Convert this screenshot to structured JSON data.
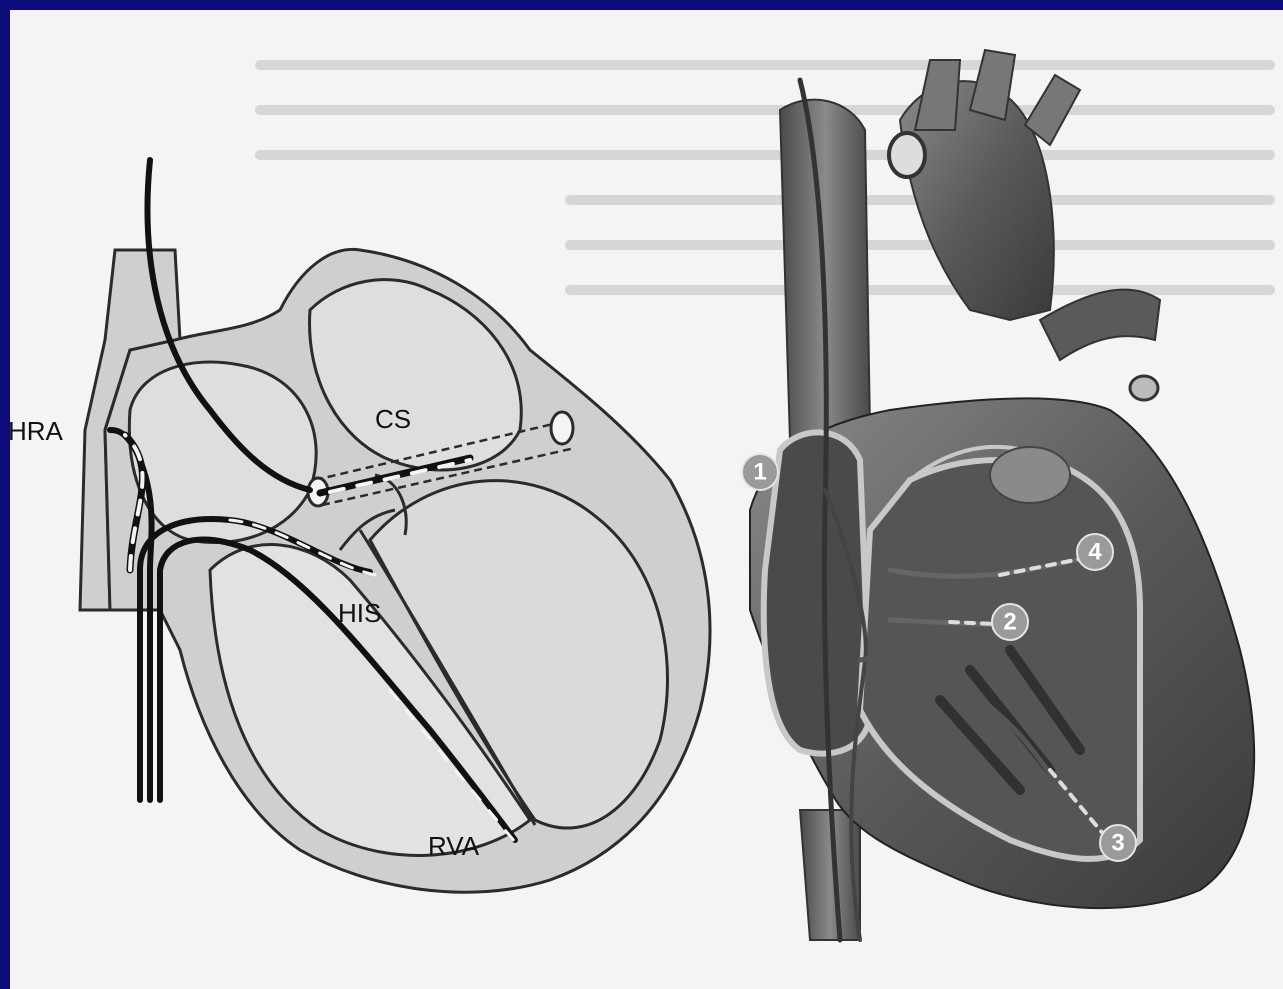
{
  "schematic": {
    "labels": {
      "hra": "HRA",
      "cs": "CS",
      "his": "HIS",
      "rva": "RVA"
    }
  },
  "illustration": {
    "markers": [
      "1",
      "2",
      "3",
      "4"
    ]
  },
  "colors": {
    "border": "#0b0b7a",
    "paper": "#f4f4f4",
    "chamber_fill": "#cfcfcf",
    "outline": "#2b2b2b"
  }
}
